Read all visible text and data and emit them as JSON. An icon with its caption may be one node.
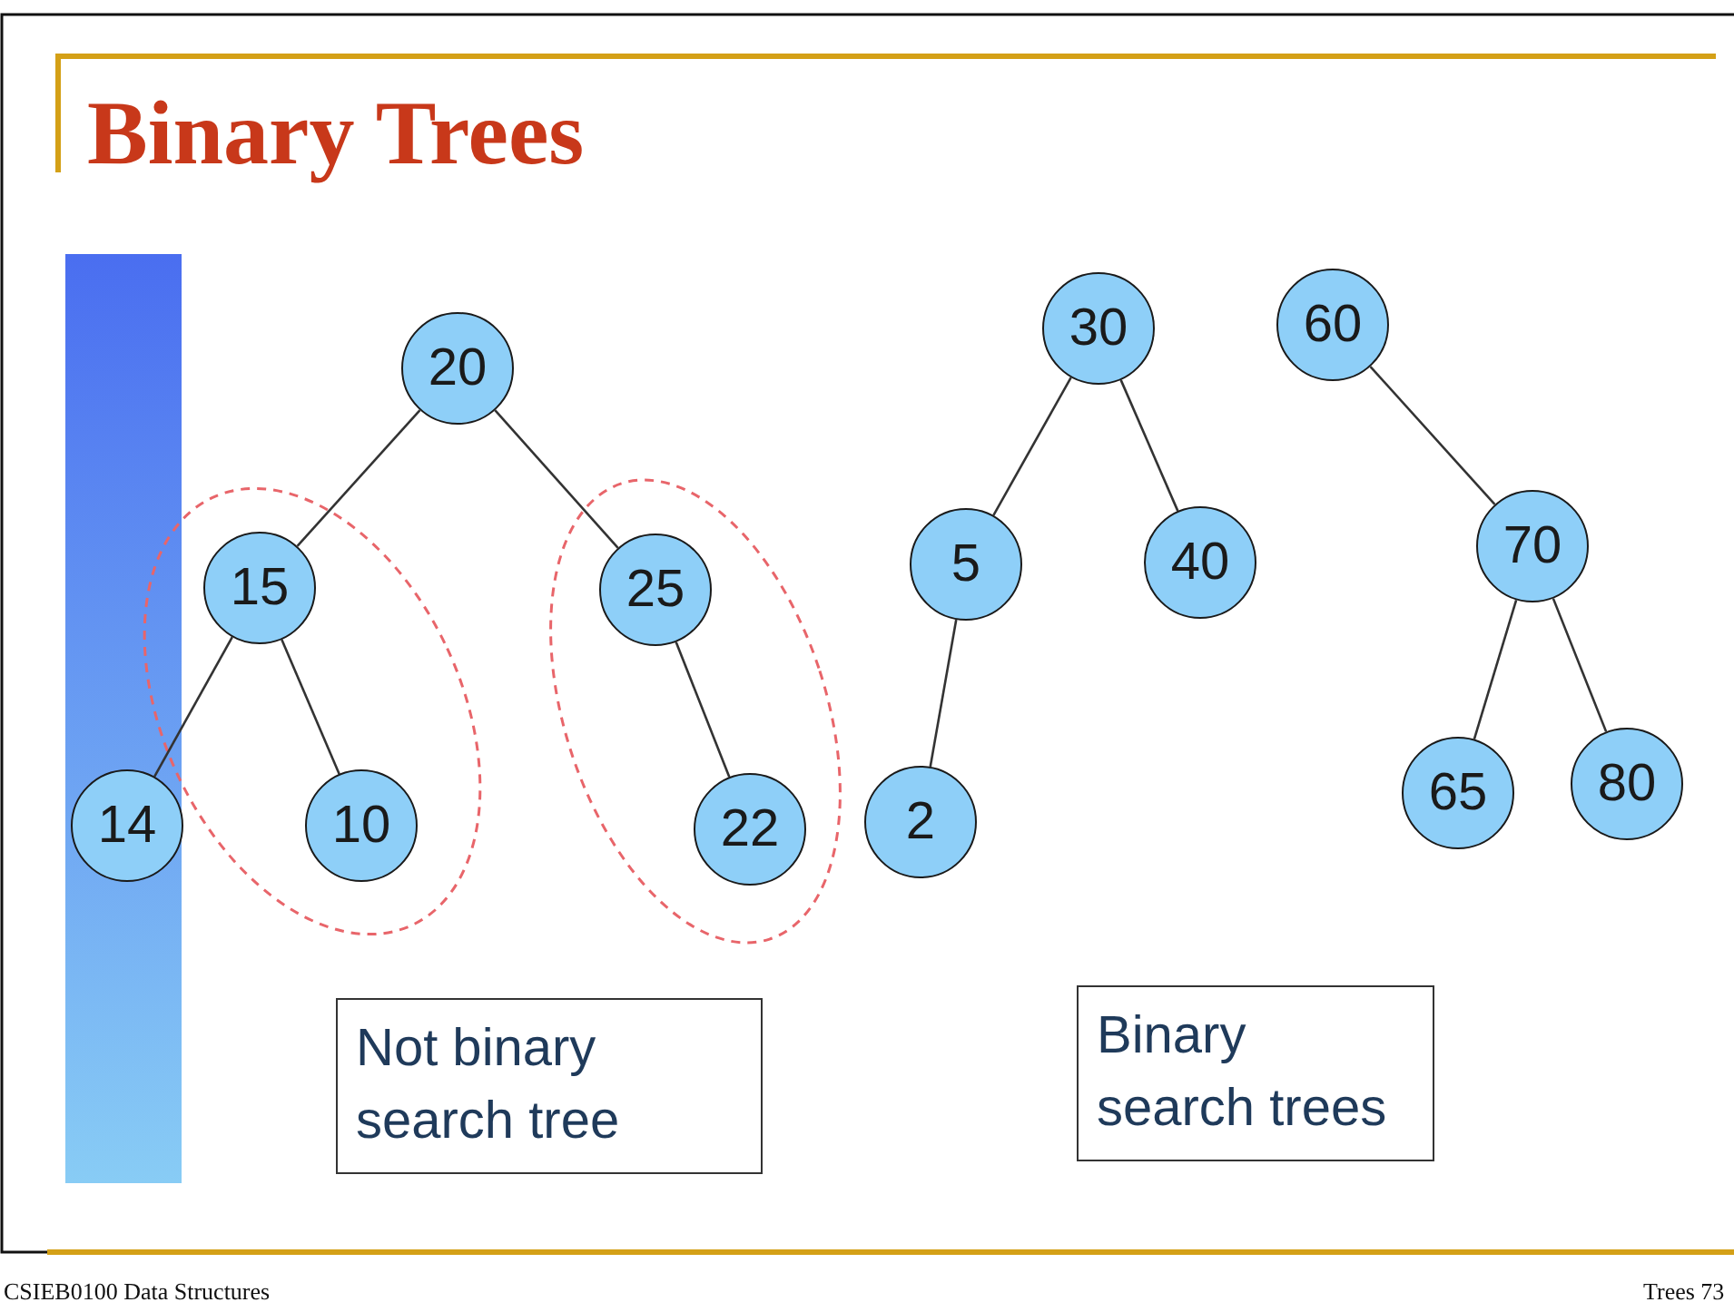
{
  "diagram": {
    "title": "Binary Trees",
    "nodes": [
      {
        "text": [
          "20"
        ]
      },
      {
        "text": [
          "15"
        ]
      },
      {
        "text": [
          "25"
        ]
      },
      {
        "text": [
          "14"
        ]
      },
      {
        "text": [
          "10"
        ]
      },
      {
        "text": [
          "22"
        ]
      },
      {
        "text": [
          "30"
        ]
      },
      {
        "text": [
          "5"
        ]
      },
      {
        "text": [
          "40"
        ]
      },
      {
        "text": [
          "2"
        ]
      },
      {
        "text": [
          "60"
        ]
      },
      {
        "text": [
          "70"
        ]
      },
      {
        "text": [
          "65"
        ]
      },
      {
        "text": [
          "80"
        ]
      },
      {
        "text": [
          "Not binary search tree"
        ]
      },
      {
        "text": [
          "Binary search trees"
        ]
      }
    ],
    "edges": [
      {
        "from": 0,
        "to": 1,
        "arrow": "none"
      },
      {
        "from": 0,
        "to": 2,
        "arrow": "none"
      },
      {
        "from": 1,
        "to": 3,
        "arrow": "none"
      },
      {
        "from": 1,
        "to": 4,
        "arrow": "none"
      },
      {
        "from": 2,
        "to": 5,
        "arrow": "none"
      },
      {
        "from": 6,
        "to": 7,
        "arrow": "none"
      },
      {
        "from": 6,
        "to": 8,
        "arrow": "none"
      },
      {
        "from": 7,
        "to": 9,
        "arrow": "none"
      },
      {
        "from": 10,
        "to": 11,
        "arrow": "none"
      },
      {
        "from": 11,
        "to": 12,
        "arrow": "none"
      },
      {
        "from": 11,
        "to": 13,
        "arrow": "none"
      }
    ],
    "labels": [
      "CSIEB0100 Data Structures",
      "Trees 73"
    ]
  }
}
